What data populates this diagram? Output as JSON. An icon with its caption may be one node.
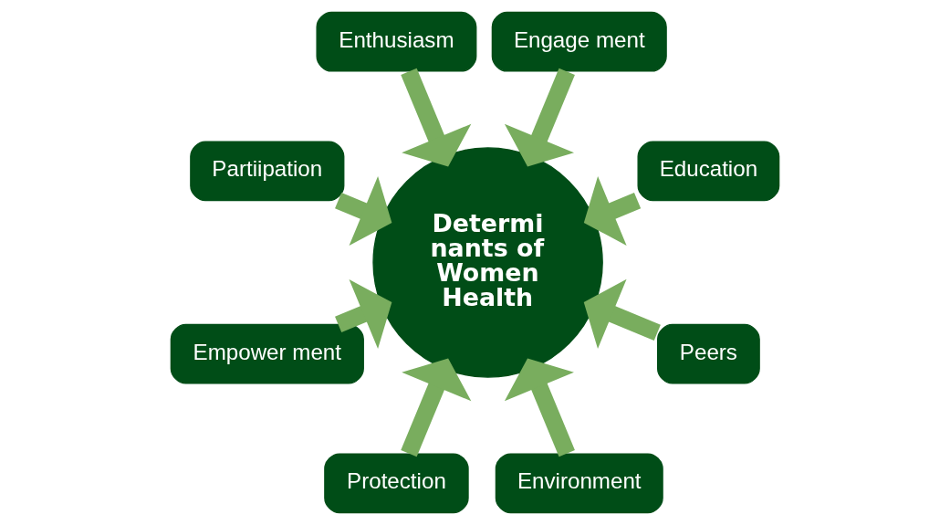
{
  "diagram": {
    "nodes": [
      {
        "text": [
          "Education"
        ]
      },
      {
        "text": [
          "Engage ment"
        ]
      },
      {
        "text": [
          "Enthusiasm"
        ]
      },
      {
        "text": [
          "Partiipation"
        ]
      },
      {
        "text": [
          "Empower ment"
        ]
      },
      {
        "text": [
          "Protection"
        ]
      },
      {
        "text": [
          "Environment"
        ]
      },
      {
        "text": [
          "Peers"
        ]
      },
      {
        "text": [
          "Determi nants of Women Health"
        ]
      }
    ],
    "edges": [
      {
        "from": 6,
        "to": 8,
        "arrow": "to"
      },
      {
        "from": 4,
        "to": 8,
        "arrow": "to"
      },
      {
        "from": 2,
        "to": 8,
        "arrow": "to"
      },
      {
        "from": 0,
        "to": 8,
        "arrow": "to"
      },
      {
        "from": 1,
        "to": 8,
        "arrow": "to"
      },
      {
        "from": 3,
        "to": 8,
        "arrow": "to"
      },
      {
        "from": 5,
        "to": 8,
        "arrow": "to"
      },
      {
        "from": 7,
        "to": 8,
        "arrow": "to"
      }
    ]
  }
}
